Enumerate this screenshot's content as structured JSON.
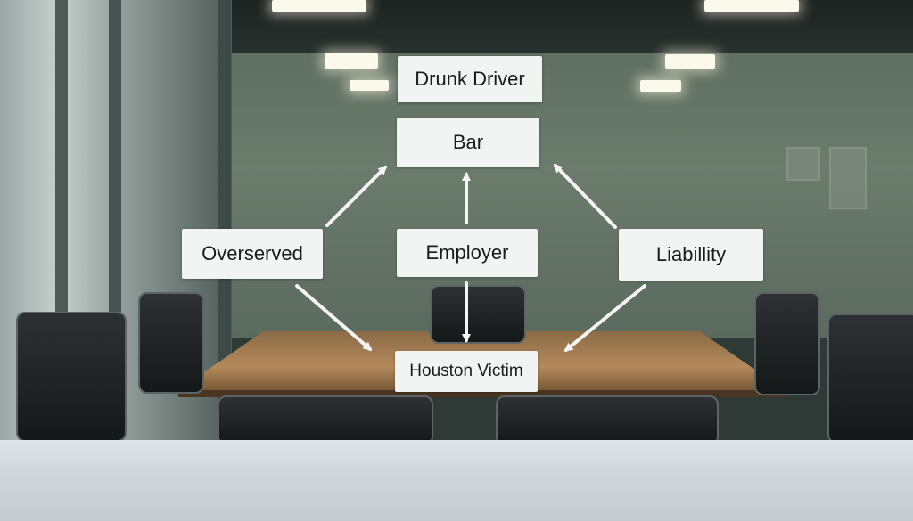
{
  "diagram": {
    "nodes": {
      "drunk_driver": "Drunk Driver",
      "bar": "Bar",
      "overserved": "Overserved",
      "employer": "Employer",
      "liability": "Liabillity",
      "victim": "Houston Victim"
    },
    "arrow_color": "#f4f4f4"
  },
  "palette": {
    "wall": "#65756a",
    "table": "#a57e52",
    "counter": "#d3dadd"
  }
}
